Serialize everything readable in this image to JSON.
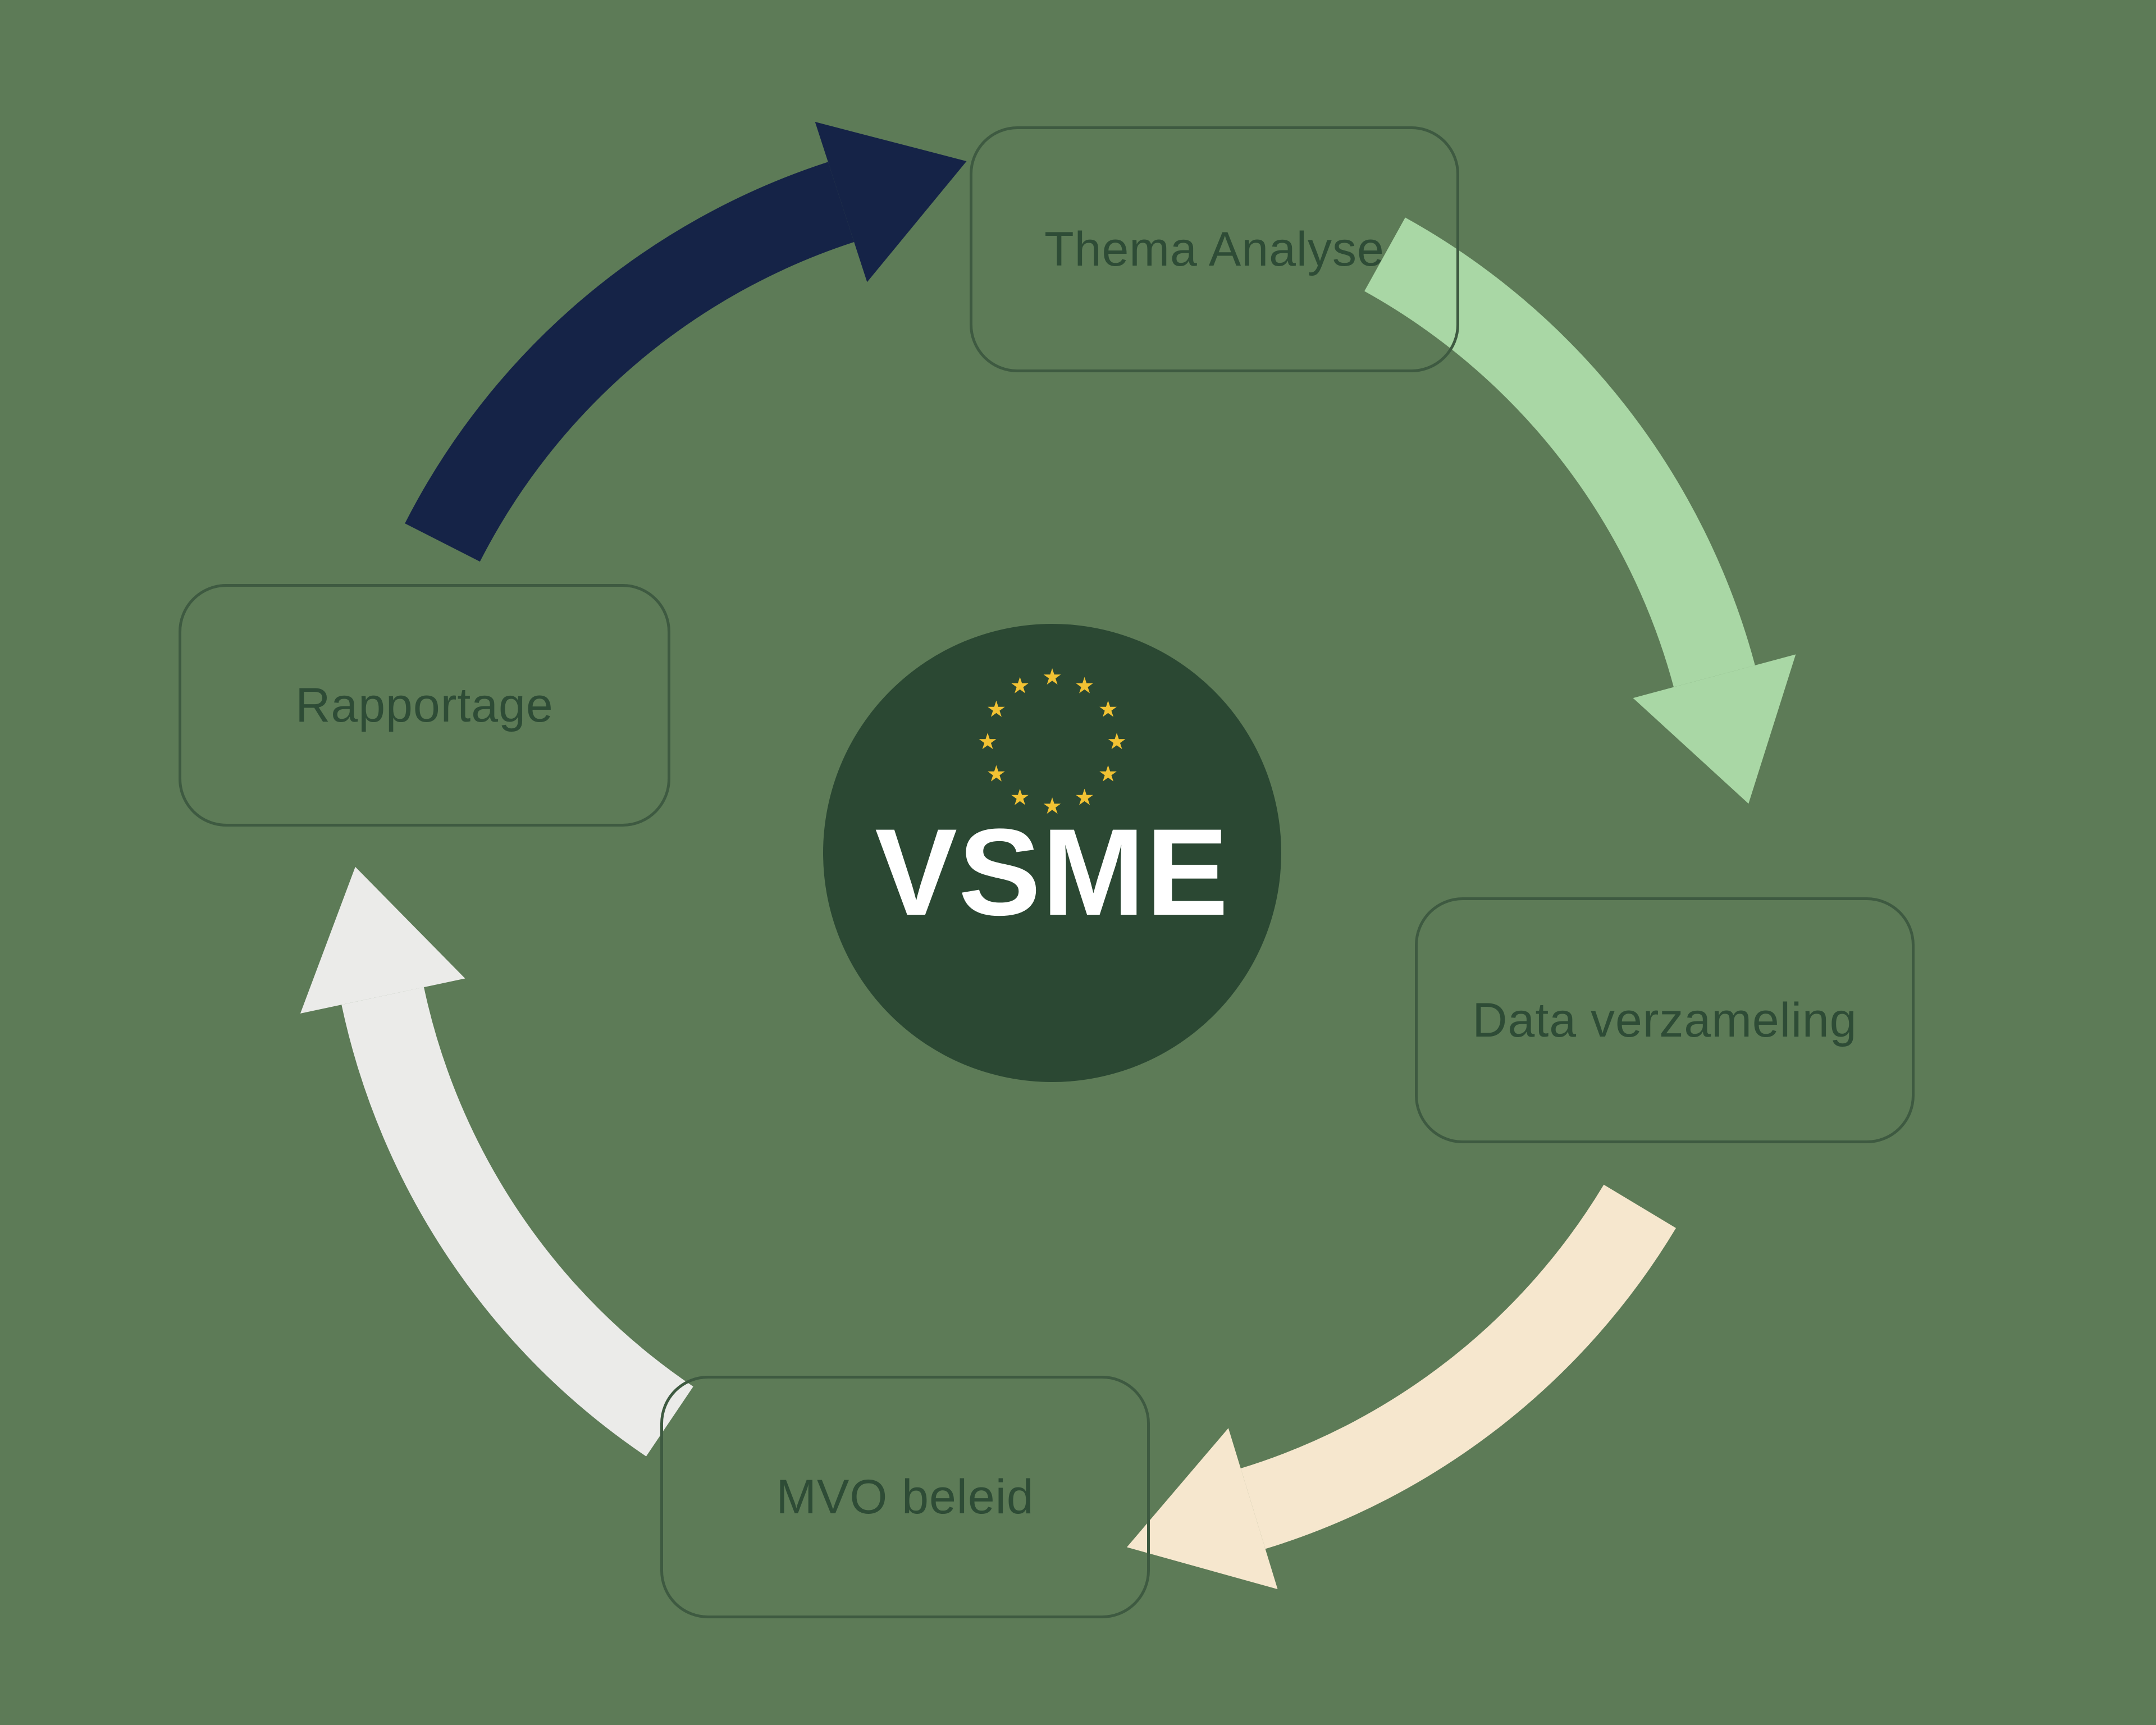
{
  "background_color": "#5D7B57",
  "center": {
    "label": "VSME",
    "circle_color": "#2B4833",
    "text_color": "#FFFFFF",
    "stars": {
      "count": 12,
      "color": "#F2C233"
    }
  },
  "stage_style": {
    "border_color": "#3E5A41",
    "text_color": "#2E4C36"
  },
  "stages": [
    {
      "id": "thema-analyse",
      "label": "Thema Analyse"
    },
    {
      "id": "data-verzameling",
      "label": "Data verzameling"
    },
    {
      "id": "mvo-beleid",
      "label": "MVO beleid"
    },
    {
      "id": "rapportage",
      "label": "Rapportage"
    }
  ],
  "arrows": [
    {
      "id": "rapportage-to-thema",
      "from": "Rapportage",
      "to": "Thema Analyse",
      "color": "#152347"
    },
    {
      "id": "thema-to-data",
      "from": "Thema Analyse",
      "to": "Data verzameling",
      "color": "#A9D7A5"
    },
    {
      "id": "data-to-mvo",
      "from": "Data verzameling",
      "to": "MVO beleid",
      "color": "#F6E7CE"
    },
    {
      "id": "mvo-to-rapportage",
      "from": "MVO beleid",
      "to": "Rapportage",
      "color": "#EBEBE9"
    }
  ]
}
